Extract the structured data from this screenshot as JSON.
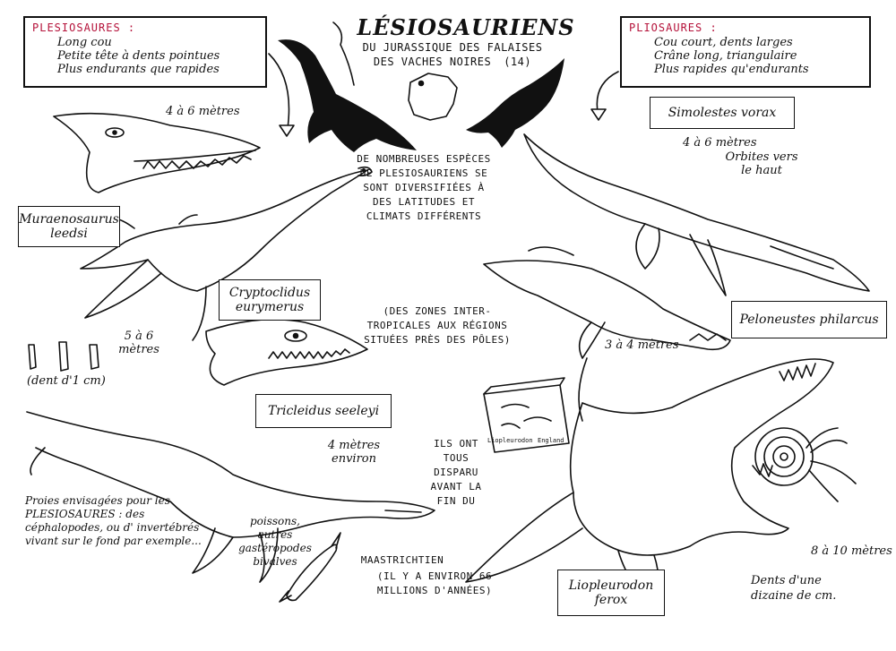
{
  "title": {
    "main": "LÉSIOSAURIENS",
    "line1": "DU JURASSIQUE DES FALAISES",
    "line2": "DES VACHES NOIRES",
    "tag": "(14)"
  },
  "colors": {
    "accent": "#b5123a",
    "ink": "#111111",
    "paper": "#ffffff"
  },
  "plesiosaures": {
    "heading": "PLESIOSAURES :",
    "items": [
      "Long cou",
      "Petite tête à dents pointues",
      "Plus endurants que rapides"
    ]
  },
  "pliosaures": {
    "heading": "PLIOSAURES :",
    "items": [
      "Cou court, dents larges",
      "Crâne long, triangulaire",
      "Plus rapides qu'endurants"
    ]
  },
  "species": {
    "muraenosaurus": "Muraenosaurus leedsi",
    "cryptoclidus": "Cryptoclidus eurymerus",
    "tricleidus": "Tricleidus seeleyi",
    "simolestes": "Simolestes vorax",
    "peloneustes": "Peloneustes philarcus",
    "liopleurodon": "Liopleurodon ferox"
  },
  "annotations": {
    "size_4_6_left": "4 à 6 mètres",
    "size_5_6": "5 à 6 mètres",
    "tooth": "(dent d'1 cm)",
    "size_4_env": "4 mètres environ",
    "size_4_6_right": "4 à 6 mètres",
    "orbites": "Orbites vers le haut",
    "size_3_4": "3 à 4 mètres",
    "size_8_10": "8 à 10 mètres",
    "dents": "Dents d'une dizaine de cm.",
    "proies": "Proies envisagées pour les PLESIOSAURES : des céphalopodes, ou d' invertébrés vivant sur le fond par exemple...",
    "poissons": "poissons, autres gastéropodes bivalves",
    "fossil_label_1": "Liopleurodon",
    "fossil_label_2": "England"
  },
  "center_text": "DE NOMBREUSES ESPÈCES DE PLESIOSAURIENS SE SONT DIVERSIFIÉES À DES LATITUDES ET CLIMATS DIFFÉRENTS",
  "center_text2": "(DES ZONES INTER-TROPICALES AUX RÉGIONS SITUÉES PRÈS DES PÔLES)",
  "extinction_text": "ILS ONT TOUS DISPARU AVANT LA FIN DU",
  "extinction_text2": "MAASTRICHTIEN",
  "extinction_text3": "(IL Y A ENVIRON 66 MILLIONS D'ANNÉES)"
}
